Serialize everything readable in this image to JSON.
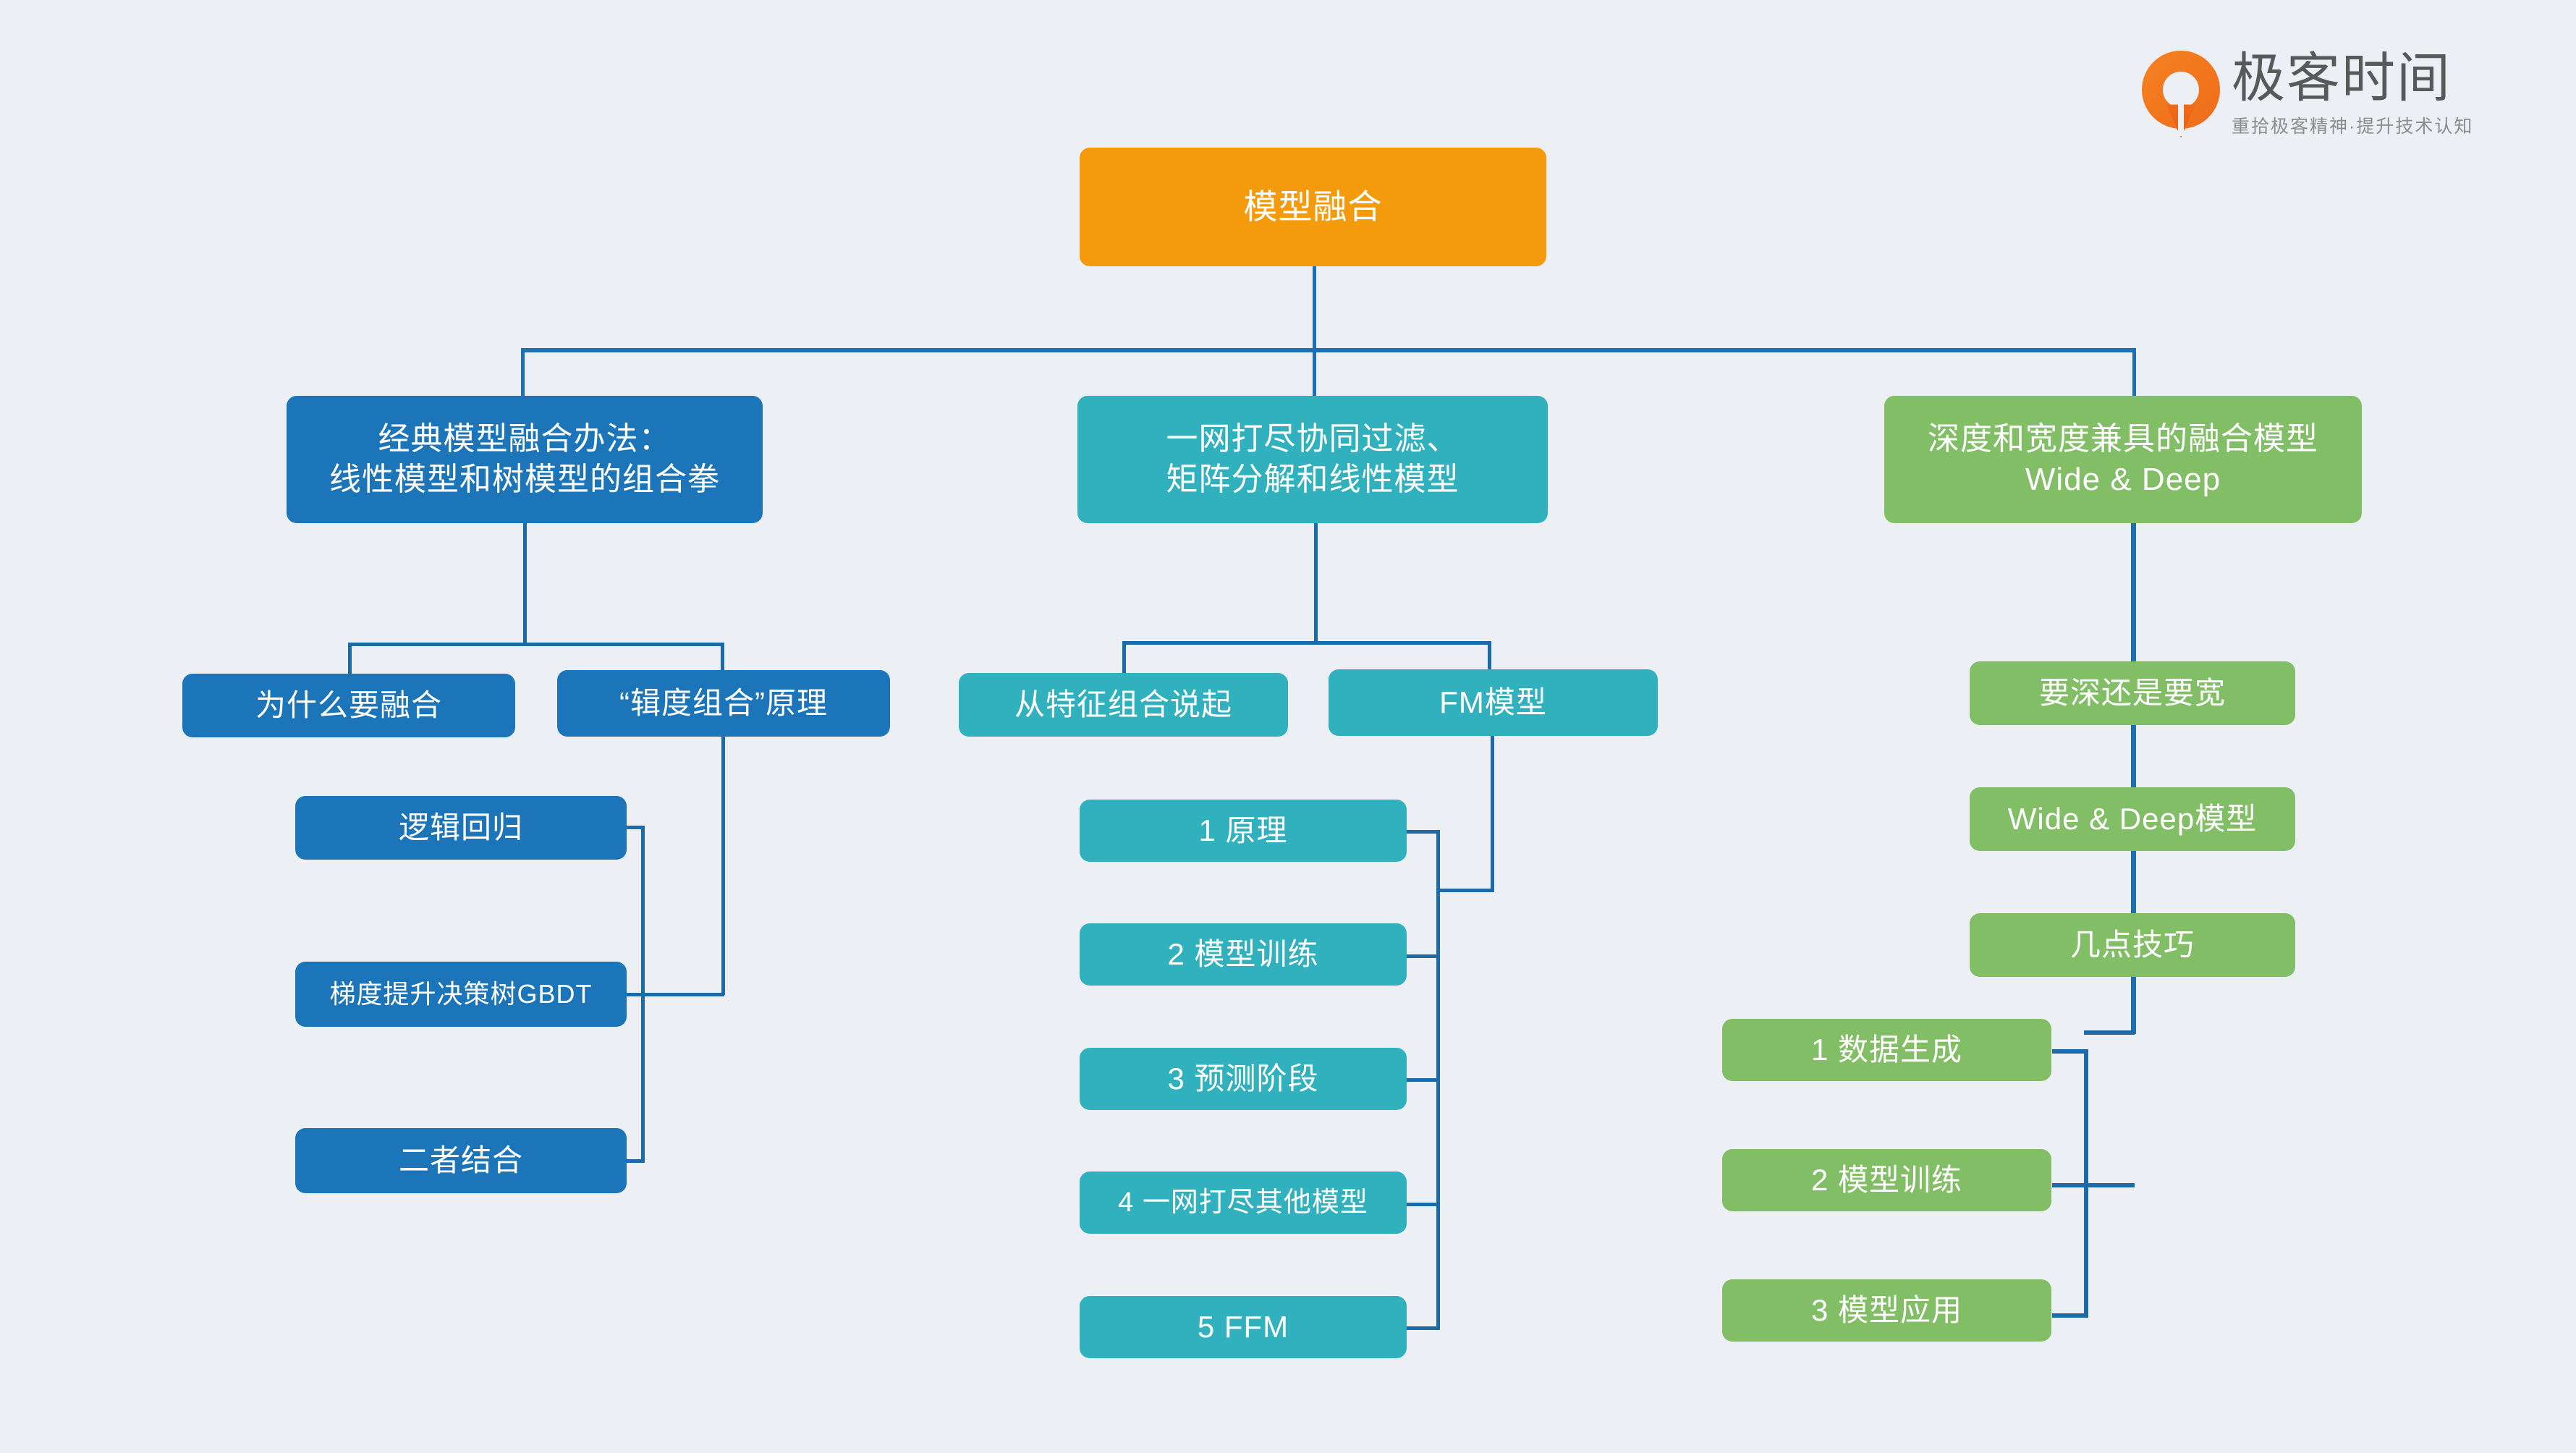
{
  "brand": {
    "name": "极客时间",
    "tagline": "重拾极客精神·提升技术认知",
    "mark_icon": "geektime-drop-logo"
  },
  "colors": {
    "background": "#ECF0F4",
    "root": "#F39B0C",
    "branch_blue": "#1C75B8",
    "branch_teal": "#30B1BD",
    "branch_green": "#82BE65",
    "connector": "#1E6FB0",
    "text": "#FFFFFF"
  },
  "diagram": {
    "type": "mindmap",
    "root": {
      "label": "模型融合"
    },
    "branches": [
      {
        "id": "blue",
        "color": "#1C75B8",
        "label": "经典模型融合办法：\n线性模型和树模型的组合拳",
        "children": [
          {
            "label": "为什么要融合",
            "children": []
          },
          {
            "label": "“辑度组合”原理",
            "children": [
              {
                "label": "逻辑回归"
              },
              {
                "label": "梯度提升决策树GBDT"
              },
              {
                "label": "二者结合"
              }
            ]
          }
        ]
      },
      {
        "id": "teal",
        "color": "#30B1BD",
        "label": "一网打尽协同过滤、\n矩阵分解和线性模型",
        "children": [
          {
            "label": "从特征组合说起",
            "children": []
          },
          {
            "label": "FM模型",
            "children": [
              {
                "label": "1 原理"
              },
              {
                "label": "2 模型训练"
              },
              {
                "label": "3 预测阶段"
              },
              {
                "label": "4 一网打尽其他模型"
              },
              {
                "label": "5 FFM"
              }
            ]
          }
        ]
      },
      {
        "id": "green",
        "color": "#82BE65",
        "label": "深度和宽度兼具的融合模型\nWide & Deep",
        "children": [
          {
            "label": "要深还是要宽"
          },
          {
            "label": "Wide & Deep模型"
          },
          {
            "label": "几点技巧",
            "children": [
              {
                "label": "1 数据生成"
              },
              {
                "label": "2 模型训练"
              },
              {
                "label": "3 模型应用"
              }
            ]
          }
        ]
      }
    ]
  }
}
